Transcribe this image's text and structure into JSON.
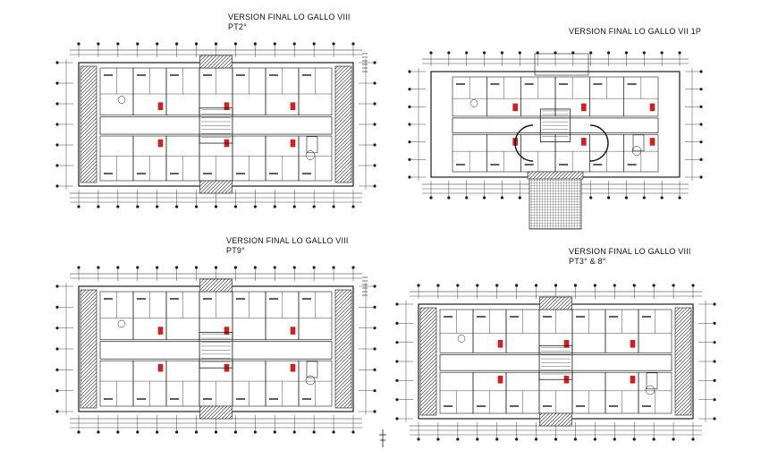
{
  "drawing": {
    "plans": [
      {
        "id": "pt2",
        "title": "VERSION FINAL LO GALLO VIII",
        "subtitle": "PT2°"
      },
      {
        "id": "1p",
        "title": "VERSION FINAL LO GALLO VII 1P",
        "subtitle": ""
      },
      {
        "id": "pt9",
        "title": "VERSION FINAL LO GALLO VIII",
        "subtitle": "PT9°"
      },
      {
        "id": "pt3-8",
        "title": "VERSION FINAL LO GALLO VIII",
        "subtitle": "PT3° & 8°"
      }
    ],
    "colors": {
      "line": "#1a1a1a",
      "hatch": "#555555",
      "accent": "#d21f1f",
      "background": "#ffffff"
    }
  }
}
